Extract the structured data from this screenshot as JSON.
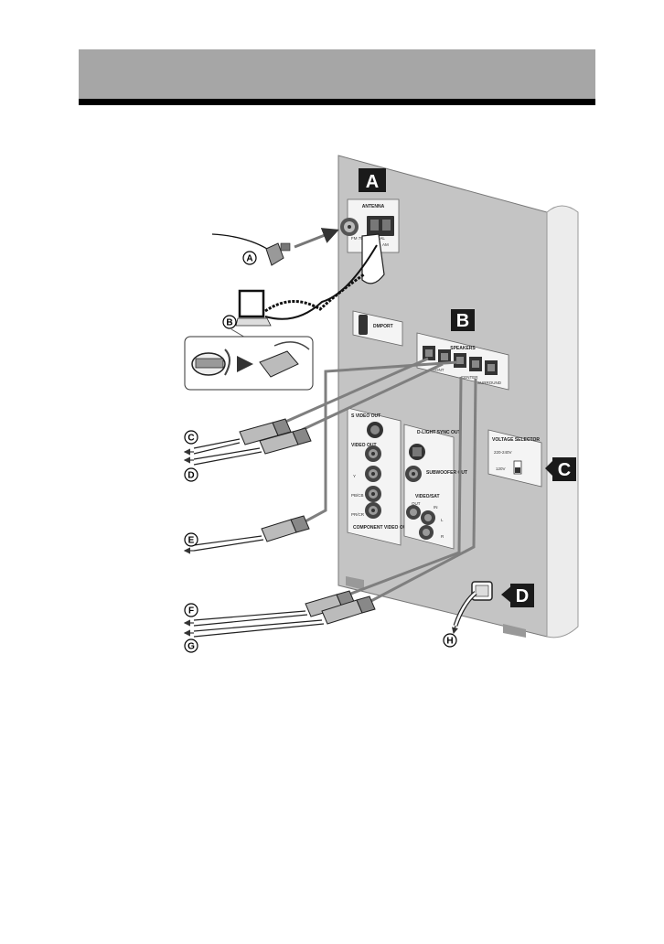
{
  "section_markers": {
    "a": "A",
    "b": "B",
    "c": "C",
    "d": "D"
  },
  "callouts": {
    "fm_wire": "A",
    "am_loop": "B",
    "front_cable_upper": "C",
    "front_cable_lower": "D",
    "center_cable": "E",
    "surround_cable_upper": "F",
    "surround_cable_lower": "G",
    "power_cord": "H"
  },
  "panel_labels": {
    "antenna": "ANTENNA",
    "antenna_coaxial": "FM 75Ω COAXIAL",
    "antenna_am": "AM",
    "dmport": "DMPORT",
    "speakers": "SPEAKERS",
    "speaker_front": "FRONT",
    "speaker_center": "CENTER",
    "speaker_surround": "SURROUND",
    "s_video_out": "S VIDEO OUT",
    "video_out": "VIDEO OUT",
    "component_y": "Y",
    "component_pb": "PB/CB",
    "component_pr": "PR/CR",
    "component_video_out": "COMPONENT VIDEO OUT",
    "d_light_sync_out": "D-LIGHT SYNC OUT",
    "subwoofer_out": "SUBWOOFER OUT",
    "video_sat": "VIDEO/SAT",
    "video_sat_out": "OUT",
    "video_sat_in": "IN",
    "audio_l": "L",
    "audio_r": "R",
    "voltage_selector": "VOLTAGE SELECTOR",
    "voltage_high": "220-240V",
    "voltage_low": "120V"
  },
  "colors": {
    "header_bar": "#a6a6a6",
    "header_rule": "#000000",
    "panel_front": "#c4c4c4",
    "panel_side": "#ececec",
    "marker_fill": "#1a1a1a",
    "cable_gray": "#7f7f7f"
  }
}
